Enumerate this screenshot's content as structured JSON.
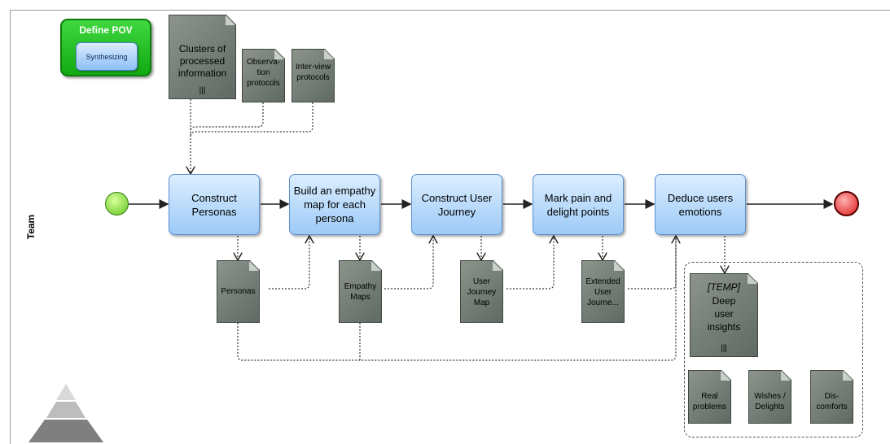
{
  "lane": {
    "label": "Team"
  },
  "pov": {
    "title": "Define POV",
    "subprocess": "Synthesizing"
  },
  "tasks": [
    {
      "label": "Construct Personas"
    },
    {
      "label": "Build an empathy map for each persona"
    },
    {
      "label": "Construct User Journey"
    },
    {
      "label": "Mark pain and delight points"
    },
    {
      "label": "Deduce users emotions"
    }
  ],
  "inputs": [
    {
      "label": "Clusters of processed information",
      "marker": "|||"
    },
    {
      "label": "Observa-tion protocols"
    },
    {
      "label": "Inter-view protocols"
    }
  ],
  "outputs": [
    {
      "label": "Personas"
    },
    {
      "label": "Empathy Maps"
    },
    {
      "label": "User Journey Map"
    },
    {
      "label": "Extended User Journe..."
    }
  ],
  "insights": {
    "tag": "[TEMP]",
    "label": "Deep user insights",
    "marker": "|||",
    "items": [
      {
        "label": "Real problems"
      },
      {
        "label": "Wishes / Delights"
      },
      {
        "label": "Dis-comforts"
      }
    ]
  },
  "colors": {
    "task_fill": "#9ccaf7",
    "task_border": "#5d8fd1",
    "pov_fill": "#12a912",
    "document_fill": "#6f7a72",
    "start_event": "#5fc51f",
    "end_event": "#e01a1a"
  }
}
